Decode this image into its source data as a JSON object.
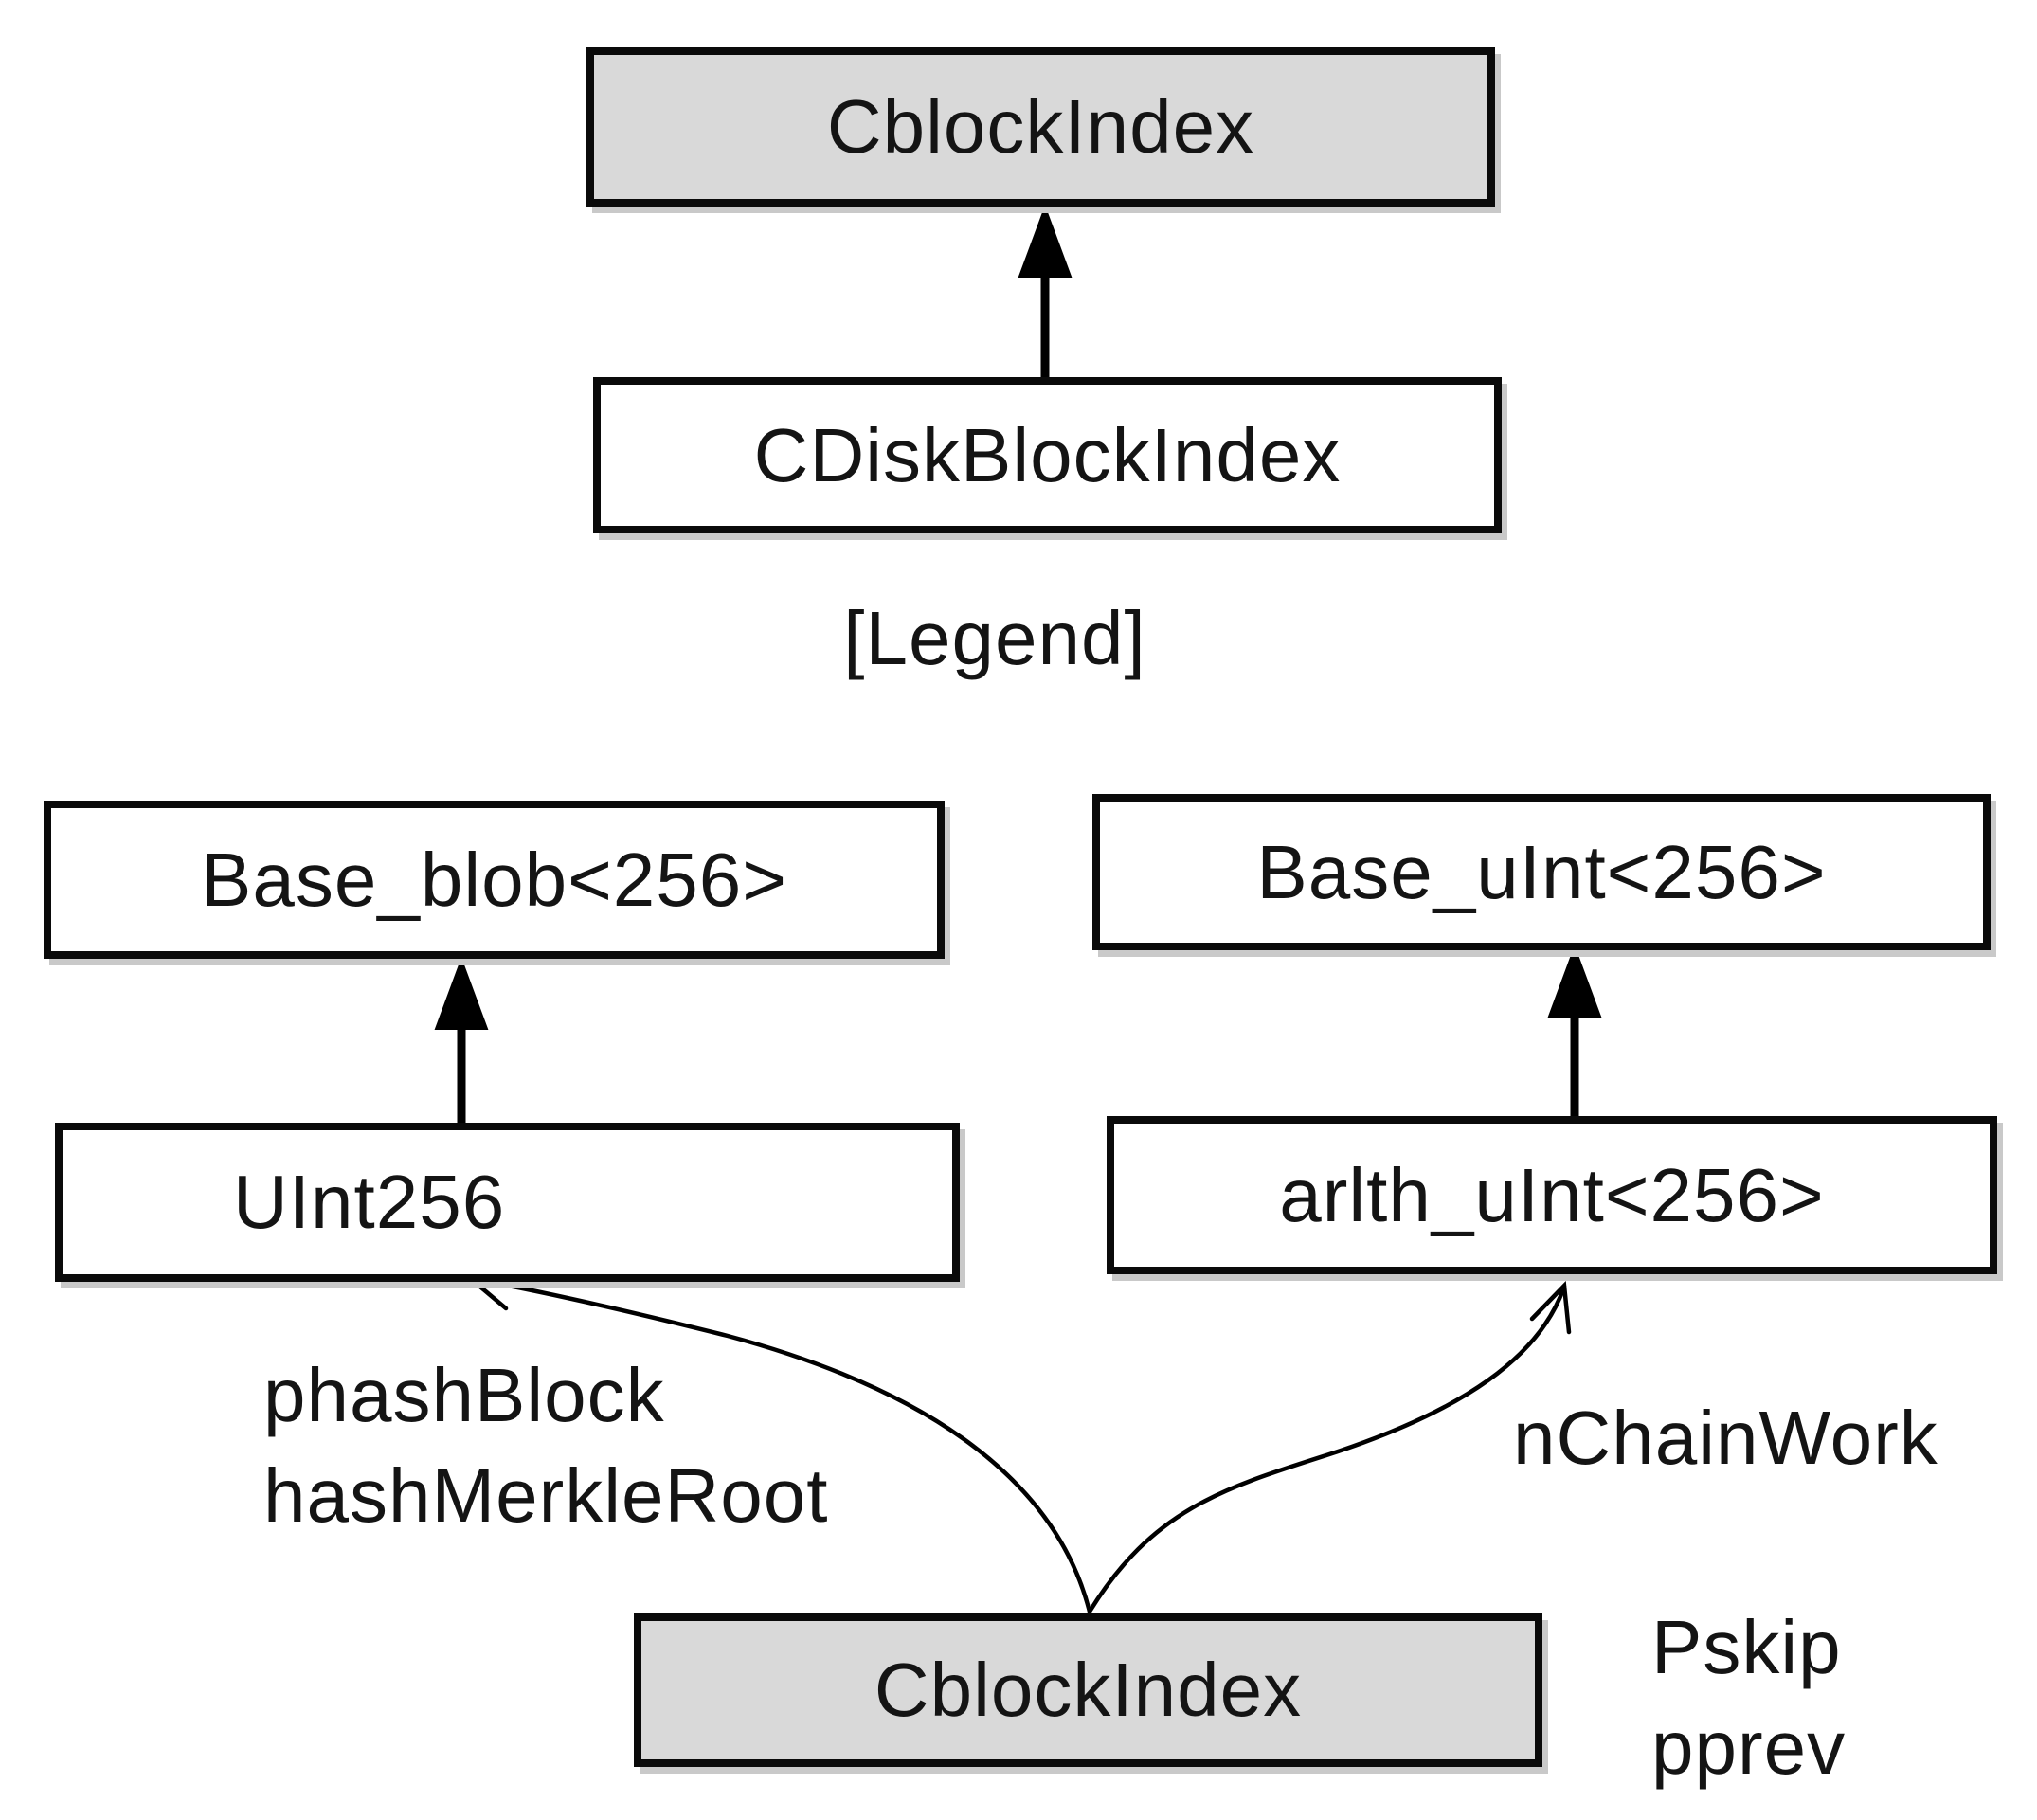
{
  "diagram": {
    "colors": {
      "background": "#ffffff",
      "line": "#000000",
      "class_box_fill": "#d9d9d9",
      "plain_box_fill": "#ffffff"
    },
    "legend": {
      "caption": "[Legend]",
      "parent_box": "CblockIndex",
      "child_box": "CDiskBlockIndex"
    },
    "boxes": {
      "base_blob": "Base_blob<256>",
      "uint256": "UInt256",
      "base_uint": "Base_uInt<256>",
      "arith_uint": "arlth_uInt<256>",
      "cblock_index": "CblockIndex"
    },
    "edge_labels": {
      "phash_block": "phashBlock",
      "hash_merkle_root": "hashMerkleRoot",
      "n_chain_work": "nChainWork",
      "pskip": "Pskip",
      "pprev": "pprev"
    }
  }
}
